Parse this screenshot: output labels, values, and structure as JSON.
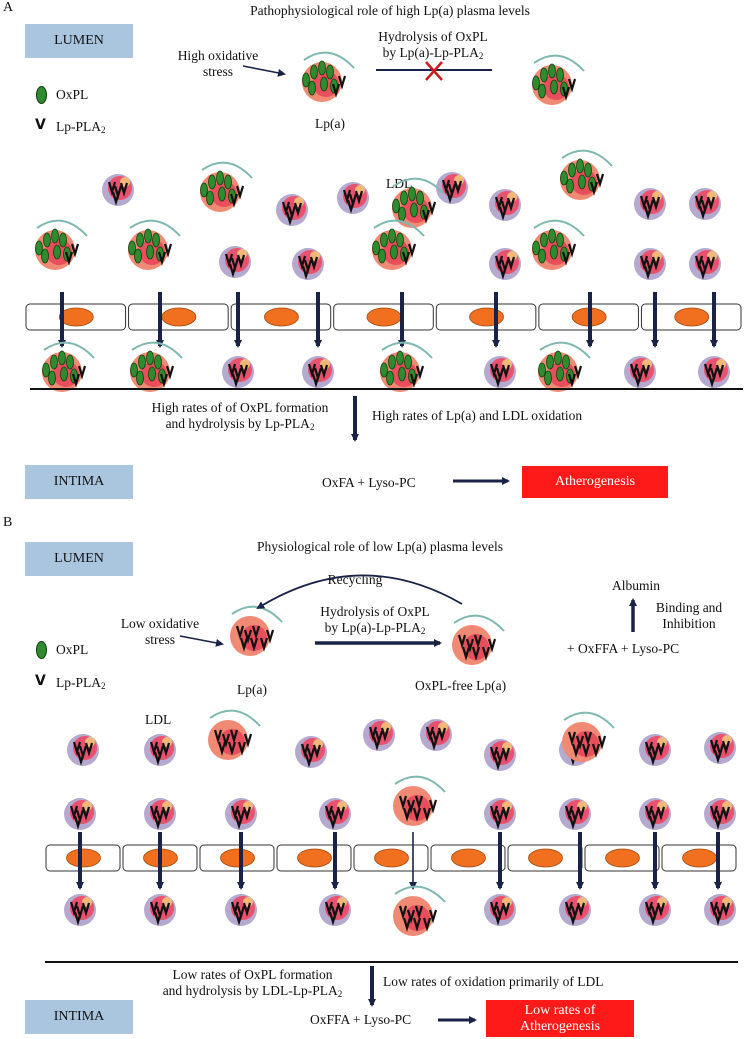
{
  "panelA": {
    "letter": "A",
    "title": "Pathophysiological role of high Lp(a) plasma levels",
    "lumen": "LUMEN",
    "legend_oxpl": "OxPL",
    "legend_lp": "Lp-PLA",
    "stress_line1": "High oxidative",
    "stress_line2": "stress",
    "lpa": "Lp(a)",
    "hydro_line1": "Hydrolysis of OxPL",
    "hydro_line2": "by Lp(a)-Lp-PLA",
    "ldl": "LDL",
    "rates_left_line1": "High rates of of OxPL formation",
    "rates_left_line2": "and hydrolysis by Lp-PLA",
    "rates_right": "High rates of Lp(a) and LDL oxidation",
    "intima": "INTIMA",
    "product": "OxFA + Lyso-PC",
    "outcome": "Atherogenesis"
  },
  "panelB": {
    "letter": "B",
    "title": "Physiological role of low Lp(a) plasma levels",
    "lumen": "LUMEN",
    "recycling": "Recycling",
    "albumin": "Albumin",
    "binding_line1": "Binding and",
    "binding_line2": "Inhibition",
    "stress_line1": "Low oxidative",
    "stress_line2": "stress",
    "hydro_line1": "Hydrolysis of OxPL",
    "hydro_line2": "by Lp(a)-Lp-PLA",
    "products_top": "+ OxFFA + Lyso-PC",
    "legend_oxpl": "OxPL",
    "legend_lp": "Lp-PLA",
    "lpa": "Lp(a)",
    "oxpl_free": "OxPL-free Lp(a)",
    "ldl": "LDL",
    "rates_left_line1": "Low rates of OxPL formation",
    "rates_left_line2": "and hydrolysis by LDL-Lp-PLA",
    "rates_right": "Low rates of oxidation primarily of LDL",
    "intima": "INTIMA",
    "product": "OxFFA + Lyso-PC",
    "outcome_line1": "Low rates of",
    "outcome_line2": "Atherogenesis"
  },
  "subscript": "2",
  "colors": {
    "lumen_box": "#a9c6de",
    "outcome_box": "#ff1a1a",
    "oxpl": "#2e8b2e",
    "cell_nucleus": "#f07020",
    "arrow": "#1a2347",
    "inhibit_x": "#c81e1e"
  }
}
